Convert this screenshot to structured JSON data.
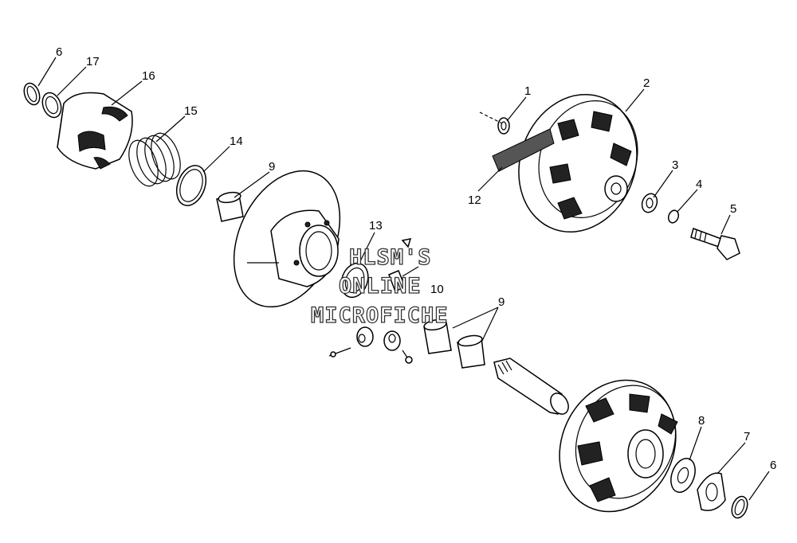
{
  "callouts": [
    {
      "id": "c6a",
      "label": "6"
    },
    {
      "id": "c17",
      "label": "17"
    },
    {
      "id": "c16",
      "label": "16"
    },
    {
      "id": "c15",
      "label": "15"
    },
    {
      "id": "c14",
      "label": "14"
    },
    {
      "id": "c9a",
      "label": "9"
    },
    {
      "id": "c13",
      "label": "13"
    },
    {
      "id": "c10",
      "label": "10"
    },
    {
      "id": "c9b",
      "label": "9"
    },
    {
      "id": "c1",
      "label": "1"
    },
    {
      "id": "c2",
      "label": "2"
    },
    {
      "id": "c3",
      "label": "3"
    },
    {
      "id": "c4",
      "label": "4"
    },
    {
      "id": "c5",
      "label": "5"
    },
    {
      "id": "c12",
      "label": "12"
    },
    {
      "id": "c8",
      "label": "8"
    },
    {
      "id": "c7",
      "label": "7"
    },
    {
      "id": "c6b",
      "label": "6"
    }
  ],
  "watermark": {
    "line1": "HLSM'S",
    "line2": "ONLINE",
    "line3": "MICROFICHE"
  }
}
